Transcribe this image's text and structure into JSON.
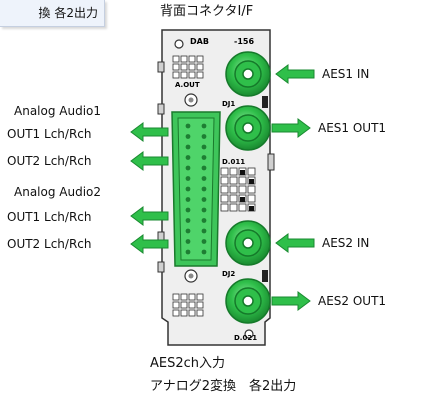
{
  "header_box": {
    "text": "換 各2出力"
  },
  "rear_connector_label": "背面コネクタI/F",
  "panel": {
    "silk_top": "DAB",
    "silk_top2": "-156",
    "silk_aout": "A.OUT",
    "silk_dj1": "DJ1",
    "silk_d011": "D.011",
    "silk_dj2": "DJ2",
    "silk_d021": "D.021"
  },
  "left_labels": {
    "group1": "Analog Audio1",
    "g1_out1": "OUT1 Lch/Rch",
    "g1_out2": "OUT2 Lch/Rch",
    "group2": "Analog Audio2",
    "g2_out1": "OUT1 Lch/Rch",
    "g2_out2": "OUT2 Lch/Rch"
  },
  "right_labels": {
    "aes1_in": "AES1 IN",
    "aes1_out1": "AES1 OUT1",
    "aes2_in": "AES2 IN",
    "aes2_out1": "AES2 OUT1"
  },
  "caption": {
    "line1": "AES2ch入力",
    "line2": "アナログ2変換　各2出力"
  },
  "colors": {
    "accent_green": "#2fbf4a",
    "panel_gray": "#e9e9e9"
  }
}
